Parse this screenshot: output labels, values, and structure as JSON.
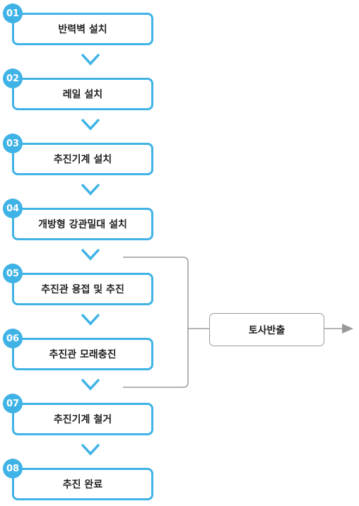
{
  "steps": [
    {
      "number": "01",
      "label": "반력벽 설치"
    },
    {
      "number": "02",
      "label": "레일 설치"
    },
    {
      "number": "03",
      "label": "추진기계 설치"
    },
    {
      "number": "04",
      "label": "개방형 강관밀대 설치"
    },
    {
      "number": "05",
      "label": "추진관 용접 및 추진"
    },
    {
      "number": "06",
      "label": "추진관 모래충진"
    },
    {
      "number": "07",
      "label": "추진기계 철거"
    },
    {
      "number": "08",
      "label": "추진 완료"
    }
  ],
  "side_process": {
    "label": "토사반출"
  },
  "colors": {
    "accent": "#3fb3e6",
    "side_line": "#9a9a9a"
  }
}
